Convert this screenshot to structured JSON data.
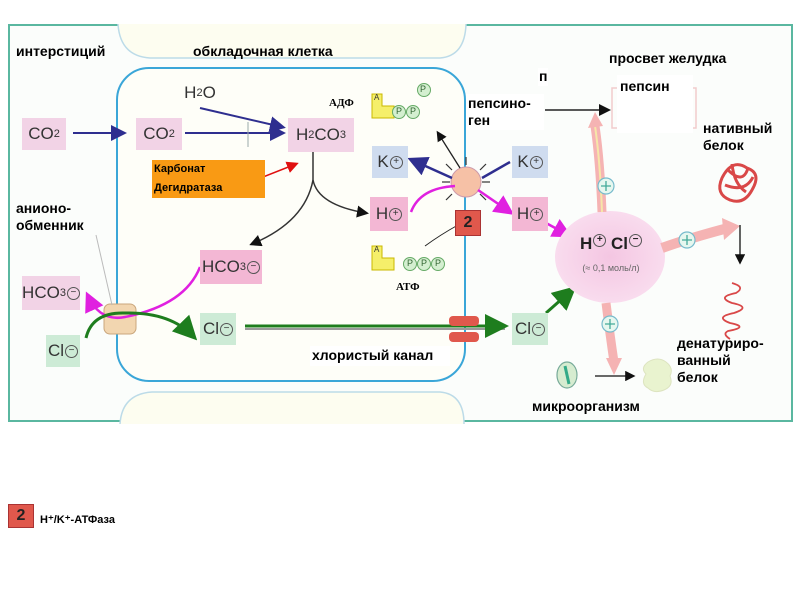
{
  "labels": {
    "interstitium": "интерстиций",
    "parietal_cell": "обкладочная клетка",
    "stomach_lumen": "просвет желудка",
    "anion_exchanger": "анионо-\nобменник",
    "anion_exchanger_line1": "анионо-",
    "anion_exchanger_line2": "обменник",
    "chloride_channel": "хлористый канал",
    "pepsinogen_line1": "пепсино-",
    "pepsinogen_line2": "ген",
    "pepsin": "пепсин",
    "pepsin_fragment": "п",
    "native_protein_line1": "нативный",
    "native_protein_line2": "белок",
    "denatured_protein_line1": "денатуриро-",
    "denatured_protein_line2": "ванный",
    "denatured_protein_line3": "белок",
    "microorganism": "микроорганизм",
    "adp": "АДФ",
    "atp": "АТФ"
  },
  "enzyme": {
    "line1": "Карбонат",
    "line2": "Дегидратаза",
    "color": "#f99a14"
  },
  "chemicals": {
    "co2": "CO",
    "co2_sub": "2",
    "h2o": "H",
    "h2o_sub": "2",
    "h2o_o": "O",
    "h2co3_h": "H",
    "h2co3_sub1": "2",
    "h2co3_co": "CO",
    "h2co3_sub2": "3",
    "hco3": "HCO",
    "hco3_sub": "3",
    "cl": "Cl",
    "k": "K",
    "h": "H",
    "plus": "+",
    "minus": "−",
    "acid_h": "H",
    "acid_cl": "Cl",
    "concentration": "(≈ 0,1 моль/л)",
    "adenosine_letter": "A",
    "phosphate": "P"
  },
  "pump_number": "2",
  "legend": {
    "number": "2",
    "text": "H⁺/K⁺-АТФаза"
  },
  "colors": {
    "frame": "#5ab7a0",
    "membrane": "#3aa6d8",
    "blue_arrow": "#2e2e8f",
    "magenta_arrow": "#e020e0",
    "green_arrow": "#1e7d1e",
    "red_arrow": "#e01010",
    "pump": "#e0584c"
  }
}
